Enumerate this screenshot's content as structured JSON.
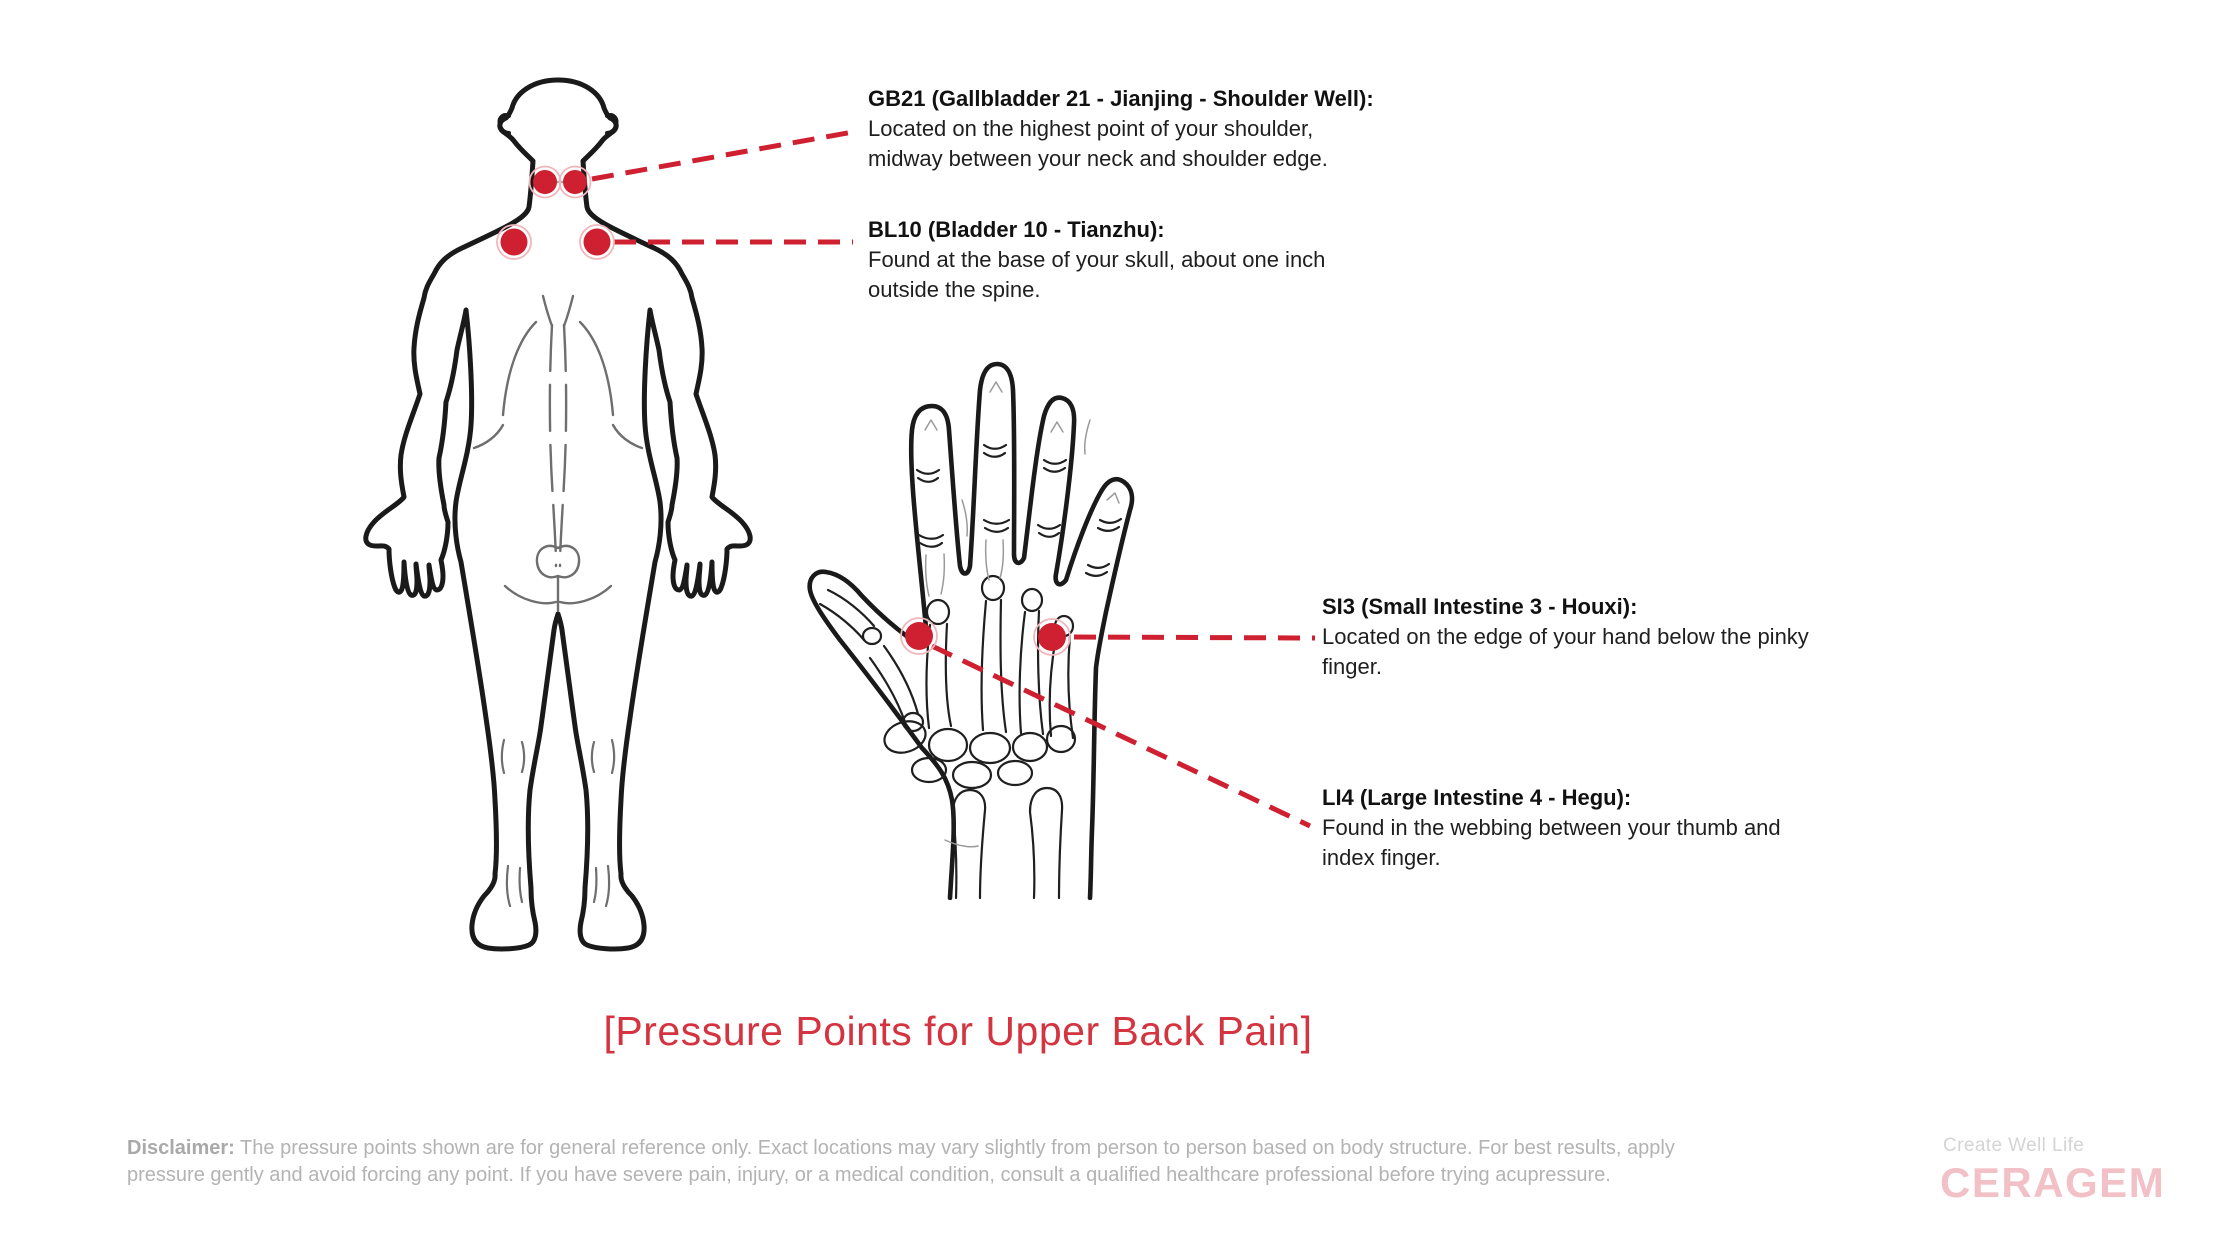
{
  "colors": {
    "accent_red": "#CE2030",
    "title_red": "#D43440",
    "outline_black": "#1a1a1a",
    "detail_gray": "#8a8a8a",
    "disclaimer_gray": "#b3b3b3",
    "logo_tagline_gray": "#d4d4d4",
    "logo_pink": "#f2c0c7"
  },
  "annotations": [
    {
      "id": "GB21",
      "title": "GB21 (Gallbladder 21 - Jianjing - Shoulder Well):",
      "lines": [
        "Located on the highest point of your shoulder,",
        "midway between your neck and shoulder edge."
      ]
    },
    {
      "id": "BL10",
      "title": "BL10 (Bladder 10 - Tianzhu):",
      "lines": [
        "Found at the base of your skull, about one inch",
        "outside the spine."
      ]
    },
    {
      "id": "SI3",
      "title": "SI3 (Small Intestine 3 - Houxi):",
      "lines": [
        "Located on the edge of your hand below the pinky",
        "finger."
      ]
    },
    {
      "id": "LI4",
      "title": "LI4 (Large Intestine 4 - Hegu):",
      "lines": [
        "Found in the webbing between your thumb and",
        "index finger."
      ]
    }
  ],
  "title": "[Pressure Points for Upper Back Pain]",
  "disclaimer": {
    "label": "Disclaimer:",
    "line1": "The pressure points shown are for general reference only. Exact locations may vary slightly from person to person based on body structure. For best results, apply",
    "line2": "pressure gently and avoid forcing any point. If you have severe pain, injury, or a medical condition, consult a qualified healthcare professional before trying acupressure."
  },
  "logo": {
    "tagline": "Create Well Life",
    "brand": "CERAGEM"
  }
}
